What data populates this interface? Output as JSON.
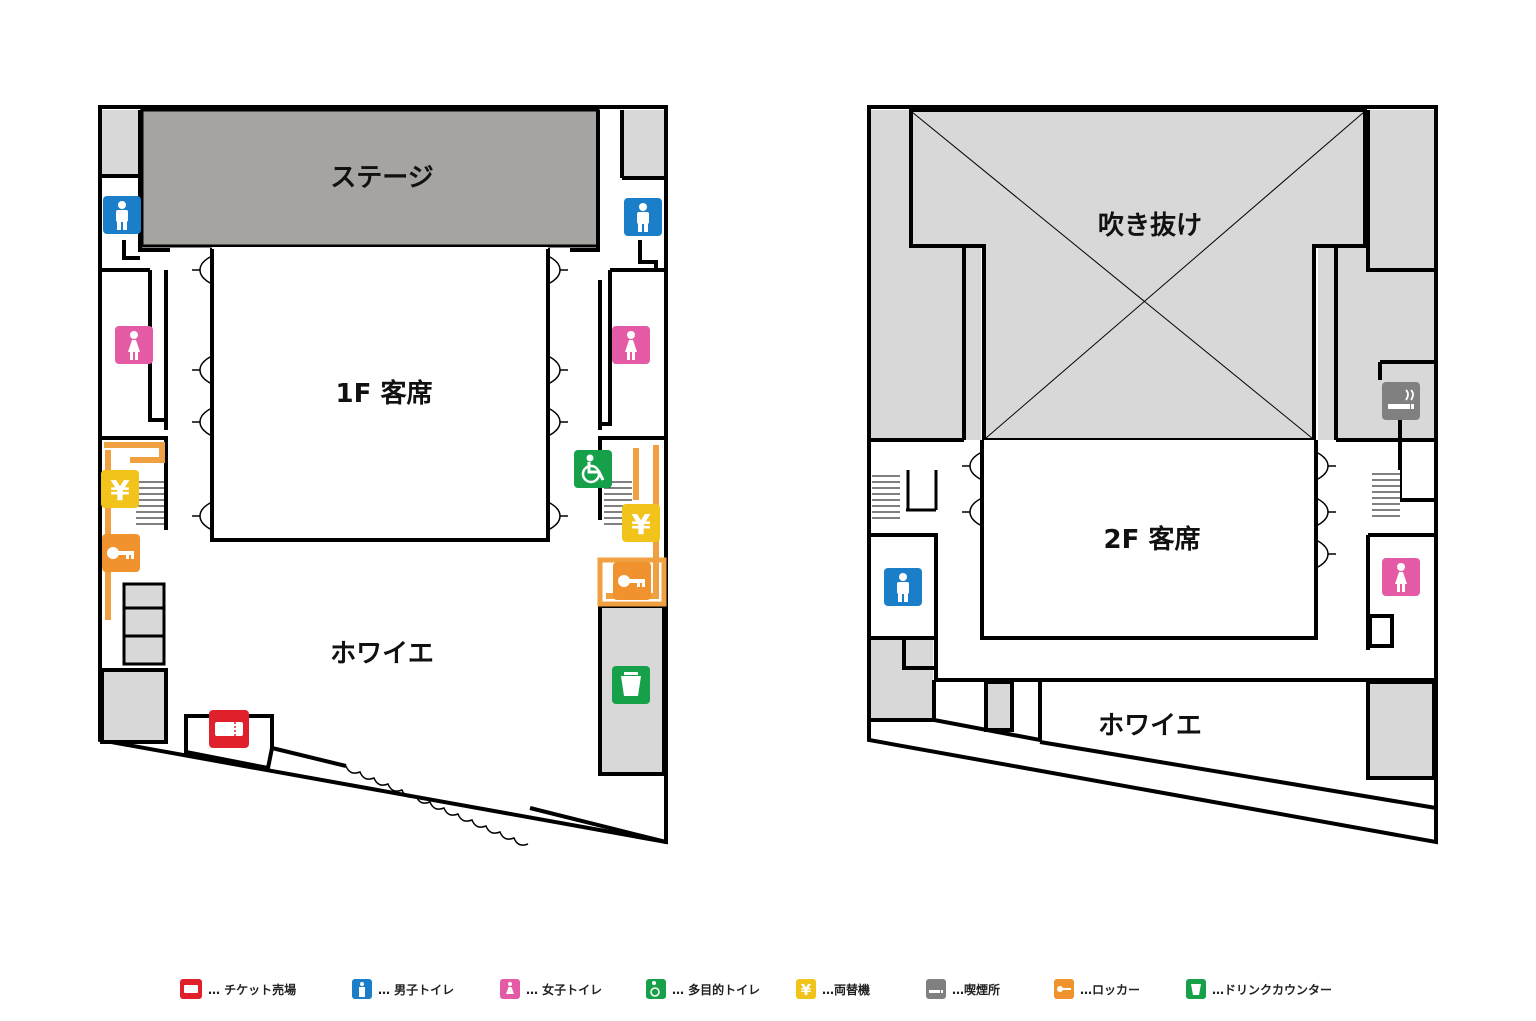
{
  "labels": {
    "stage": "ステージ",
    "seats_1f": "1F 客席",
    "foyer_1f": "ホワイエ",
    "atrium": "吹き抜け",
    "seats_2f": "2F 客席",
    "foyer_2f": "ホワイエ"
  },
  "colors": {
    "wall": "#000000",
    "stage": "#a5a4a1",
    "service": "#d8d8d8",
    "locker_area": "#f0a040",
    "ticket": "#e0202a",
    "mens": "#1a7fc8",
    "womens": "#e45aa5",
    "accessible": "#17a04a",
    "exchange": "#f2c31a",
    "smoking": "#808080",
    "locker": "#f0922e",
    "drink": "#17a04a"
  },
  "icons": {
    "ticket": "ticket-icon",
    "mens": "mens-toilet-icon",
    "womens": "womens-toilet-icon",
    "accessible": "wheelchair-icon",
    "exchange": "yen-icon",
    "smoking": "smoking-icon",
    "locker": "key-icon",
    "drink": "cup-icon"
  },
  "legend": [
    {
      "key": "ticket",
      "text": "… チケット売場"
    },
    {
      "key": "mens",
      "text": "… 男子トイレ"
    },
    {
      "key": "womens",
      "text": "… 女子トイレ"
    },
    {
      "key": "accessible",
      "text": "… 多目的トイレ"
    },
    {
      "key": "exchange",
      "text": "…両替機"
    },
    {
      "key": "smoking",
      "text": "…喫煙所"
    },
    {
      "key": "locker",
      "text": "…ロッカー"
    },
    {
      "key": "drink",
      "text": "…ドリンクカウンター"
    }
  ]
}
